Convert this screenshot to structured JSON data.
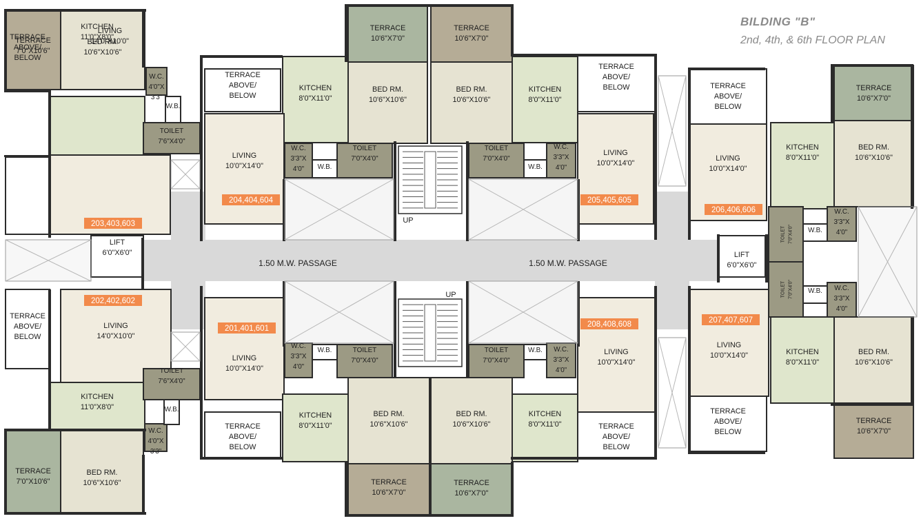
{
  "header": {
    "building": "BILDING \"B\"",
    "floors": "2nd, 4th, & 6th FLOOR PLAN"
  },
  "colors": {
    "living": "#f1ecdf",
    "bedroom": "#e6e3d2",
    "kitchen": "#dfe6cc",
    "terrace_green": "#aab6a0",
    "terrace_tan": "#b5ac96",
    "toilet": "#9c9a84",
    "passage": "#d9d9d9",
    "wall": "#2b2b2b",
    "unit_tag": "#f28a4b"
  },
  "rooms": [
    {
      "id": "t1",
      "label": [
        "TERRACE",
        "7'0\"X10'6\""
      ]
    },
    {
      "id": "b1",
      "label": [
        "BED RM.",
        "10'6\"X10'6\""
      ]
    },
    {
      "id": "k1",
      "label": [
        "KITCHEN",
        "11'0\"X8'0\""
      ]
    },
    {
      "id": "l1",
      "label": [
        "LIVING",
        "14'0\"X10'0\""
      ]
    },
    {
      "id": "tab1",
      "label": [
        "TERRACE",
        "ABOVE/",
        "BELOW"
      ]
    },
    {
      "id": "wc1",
      "label": [
        "W.C.",
        "4'0\"X",
        "3'3\""
      ]
    },
    {
      "id": "wb1",
      "label": [
        "W.B."
      ]
    },
    {
      "id": "tl1",
      "label": [
        "TOILET",
        "7'6\"X4'0\""
      ]
    },
    {
      "id": "lift1",
      "label": [
        "LIFT",
        "6'0\"X6'0\""
      ]
    },
    {
      "id": "t2",
      "label": [
        "TERRACE",
        "7'0\"X10'6\""
      ]
    },
    {
      "id": "b2",
      "label": [
        "BED RM.",
        "10'6\"X10'6\""
      ]
    },
    {
      "id": "k2",
      "label": [
        "KITCHEN",
        "11'0\"X8'0\""
      ]
    },
    {
      "id": "l2",
      "label": [
        "LIVING",
        "14'0\"X10'0\""
      ]
    },
    {
      "id": "tab2",
      "label": [
        "TERRACE",
        "ABOVE/",
        "BELOW"
      ]
    },
    {
      "id": "wc2",
      "label": [
        "W.C.",
        "4'0\"X",
        "3'3\""
      ]
    },
    {
      "id": "wb2",
      "label": [
        "W.B."
      ]
    },
    {
      "id": "tl2",
      "label": [
        "TOILET",
        "7'6\"X4'0\""
      ]
    },
    {
      "id": "tab3",
      "label": [
        "TERRACE",
        "ABOVE/",
        "BELOW"
      ]
    },
    {
      "id": "k3",
      "label": [
        "KITCHEN",
        "8'0\"X11'0\""
      ]
    },
    {
      "id": "l3",
      "label": [
        "LIVING",
        "10'0\"X14'0\""
      ]
    },
    {
      "id": "wc3",
      "label": [
        "W.C.",
        "3'3\"X",
        "4'0\""
      ]
    },
    {
      "id": "wb3",
      "label": [
        "W.B."
      ]
    },
    {
      "id": "tl3",
      "label": [
        "TOILET",
        "7'0\"X4'0\""
      ]
    },
    {
      "id": "b3",
      "label": [
        "BED RM.",
        "10'6\"X10'6\""
      ]
    },
    {
      "id": "t3",
      "label": [
        "TERRACE",
        "10'6\"X7'0\""
      ]
    },
    {
      "id": "t4",
      "label": [
        "TERRACE",
        "10'6\"X7'0\""
      ]
    },
    {
      "id": "b4",
      "label": [
        "BED RM.",
        "10'6\"X10'6\""
      ]
    },
    {
      "id": "k4",
      "label": [
        "KITCHEN",
        "8'0\"X11'0\""
      ]
    },
    {
      "id": "tab4",
      "label": [
        "TERRACE",
        "ABOVE/",
        "BELOW"
      ]
    },
    {
      "id": "tl4",
      "label": [
        "TOILET",
        "7'0\"X4'0\""
      ]
    },
    {
      "id": "wb4",
      "label": [
        "W.B."
      ]
    },
    {
      "id": "wc4",
      "label": [
        "W.C.",
        "3'3\"X",
        "4'0\""
      ]
    },
    {
      "id": "l4",
      "label": [
        "LIVING",
        "10'0\"X14'0\""
      ]
    },
    {
      "id": "l5",
      "label": [
        "LIVING",
        "10'0\"X14'0\""
      ]
    },
    {
      "id": "wc5",
      "label": [
        "W.C.",
        "3'3\"X",
        "4'0\""
      ]
    },
    {
      "id": "wb5",
      "label": [
        "W.B."
      ]
    },
    {
      "id": "tl5",
      "label": [
        "TOILET",
        "7'0\"X4'0\""
      ]
    },
    {
      "id": "tab5",
      "label": [
        "TERRACE",
        "ABOVE/",
        "BELOW"
      ]
    },
    {
      "id": "k5",
      "label": [
        "KITCHEN",
        "8'0\"X11'0\""
      ]
    },
    {
      "id": "b5",
      "label": [
        "BED RM.",
        "10'6\"X10'6\""
      ]
    },
    {
      "id": "t5",
      "label": [
        "TERRACE",
        "10'6\"X7'0\""
      ]
    },
    {
      "id": "t6",
      "label": [
        "TERRACE",
        "10'6\"X7'0\""
      ]
    },
    {
      "id": "b6",
      "label": [
        "BED RM.",
        "10'6\"X10'6\""
      ]
    },
    {
      "id": "k6",
      "label": [
        "KITCHEN",
        "8'0\"X11'0\""
      ]
    },
    {
      "id": "tl6",
      "label": [
        "TOILET",
        "7'0\"X4'0\""
      ]
    },
    {
      "id": "wb6",
      "label": [
        "W.B."
      ]
    },
    {
      "id": "wc6",
      "label": [
        "W.C.",
        "3'3\"X",
        "4'0\""
      ]
    },
    {
      "id": "l6",
      "label": [
        "LIVING",
        "10'0\"X14'0\""
      ]
    },
    {
      "id": "tab6",
      "label": [
        "TERRACE",
        "ABOVE/",
        "BELOW"
      ]
    },
    {
      "id": "tab7",
      "label": [
        "TERRACE",
        "ABOVE/",
        "BELOW"
      ]
    },
    {
      "id": "l7",
      "label": [
        "LIVING",
        "10'0\"X14'0\""
      ]
    },
    {
      "id": "k7",
      "label": [
        "KITCHEN",
        "8'0\"X11'0\""
      ]
    },
    {
      "id": "t7",
      "label": [
        "TERRACE",
        "10'6\"X7'0\""
      ]
    },
    {
      "id": "b7",
      "label": [
        "BED RM.",
        "10'6\"X10'6\""
      ]
    },
    {
      "id": "tl7",
      "label": [
        "TOILET",
        "7'0\"X4'0\""
      ]
    },
    {
      "id": "wb7",
      "label": [
        "W.B."
      ]
    },
    {
      "id": "wc7",
      "label": [
        "W.C.",
        "3'3\"X",
        "4'0\""
      ]
    },
    {
      "id": "lift2",
      "label": [
        "LIFT",
        "6'0\"X6'0\""
      ]
    },
    {
      "id": "tl8",
      "label": [
        "TOILET",
        "7'0\"X4'0\""
      ]
    },
    {
      "id": "wb8",
      "label": [
        "W.B."
      ]
    },
    {
      "id": "wc8",
      "label": [
        "W.C.",
        "3'3\"X",
        "4'0\""
      ]
    },
    {
      "id": "l8",
      "label": [
        "LIVING",
        "10'0\"X14'0\""
      ]
    },
    {
      "id": "k8",
      "label": [
        "KITCHEN",
        "8'0\"X11'0\""
      ]
    },
    {
      "id": "b8",
      "label": [
        "BED RM.",
        "10'6\"X10'6\""
      ]
    },
    {
      "id": "tab8",
      "label": [
        "TERRACE",
        "ABOVE/",
        "BELOW"
      ]
    },
    {
      "id": "t8",
      "label": [
        "TERRACE",
        "10'6\"X7'0\""
      ]
    }
  ],
  "unit_tags": [
    {
      "id": "u203",
      "text": "203,403,603"
    },
    {
      "id": "u202",
      "text": "202,402,602"
    },
    {
      "id": "u204",
      "text": "204,404,604"
    },
    {
      "id": "u201",
      "text": "201,401,601"
    },
    {
      "id": "u205",
      "text": "205,405,605"
    },
    {
      "id": "u208",
      "text": "208,408,608"
    },
    {
      "id": "u206",
      "text": "206,406,606"
    },
    {
      "id": "u207",
      "text": "207,407,607"
    }
  ],
  "passage_labels": {
    "left": "1.50 M.W. PASSAGE",
    "right": "1.50 M.W. PASSAGE"
  },
  "stair_labels": {
    "top": "UP",
    "bottom": "UP"
  }
}
